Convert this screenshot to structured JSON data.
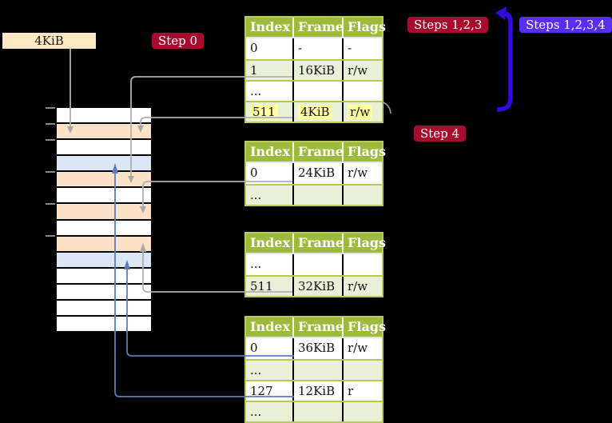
{
  "labels": {
    "frame_size": "4KiB",
    "step0": "Step 0",
    "steps123": "Steps 1,2,3",
    "steps1234": "Steps 1,2,3,4",
    "step4": "Step 4"
  },
  "tables": [
    {
      "headers": [
        "Index",
        "Frame",
        "Flags"
      ],
      "rows": [
        [
          "0",
          "-",
          "-"
        ],
        [
          "1",
          "16KiB",
          "r/w"
        ],
        [
          "...",
          "",
          ""
        ],
        [
          "511",
          "4KiB",
          "r/w"
        ]
      ],
      "highlighted_row": "511 | 4KiB | r/w"
    },
    {
      "headers": [
        "Index",
        "Frame",
        "Flags"
      ],
      "rows": [
        [
          "0",
          "24KiB",
          "r/w"
        ],
        [
          "...",
          "",
          ""
        ]
      ]
    },
    {
      "headers": [
        "Index",
        "Frame",
        "Flags"
      ],
      "rows": [
        [
          "...",
          "",
          ""
        ],
        [
          "511",
          "32KiB",
          "r/w"
        ]
      ]
    },
    {
      "headers": [
        "Index",
        "Frame",
        "Flags"
      ],
      "rows": [
        [
          "0",
          "36KiB",
          "r/w"
        ],
        [
          "...",
          "",
          ""
        ],
        [
          "127",
          "12KiB",
          "r"
        ],
        [
          "...",
          "",
          ""
        ]
      ]
    }
  ],
  "memory": {
    "rows": [
      "white",
      "orange",
      "white",
      "blue",
      "orange",
      "white",
      "orange",
      "white",
      "orange",
      "blue",
      "white",
      "white",
      "white",
      "white"
    ],
    "row_colors": {
      "white": "#ffffff",
      "orange": "#fce3c7",
      "blue": "#dbe7f5"
    }
  },
  "colors": {
    "background": "#000000",
    "badge_red": "#a60c2e",
    "badge_blue": "#5a2ef0",
    "table_header_green": "#9cba3c",
    "table_row_green": "#eaf0d8",
    "table_border_green": "#b5c94f",
    "highlight_yellow": "#ffff9e",
    "frame_label_bg": "#fbe7c1",
    "connector_gray": "#b0b0b0",
    "connector_blue": "#5b7db8",
    "loop_arrow_blue": "#3408e0"
  }
}
